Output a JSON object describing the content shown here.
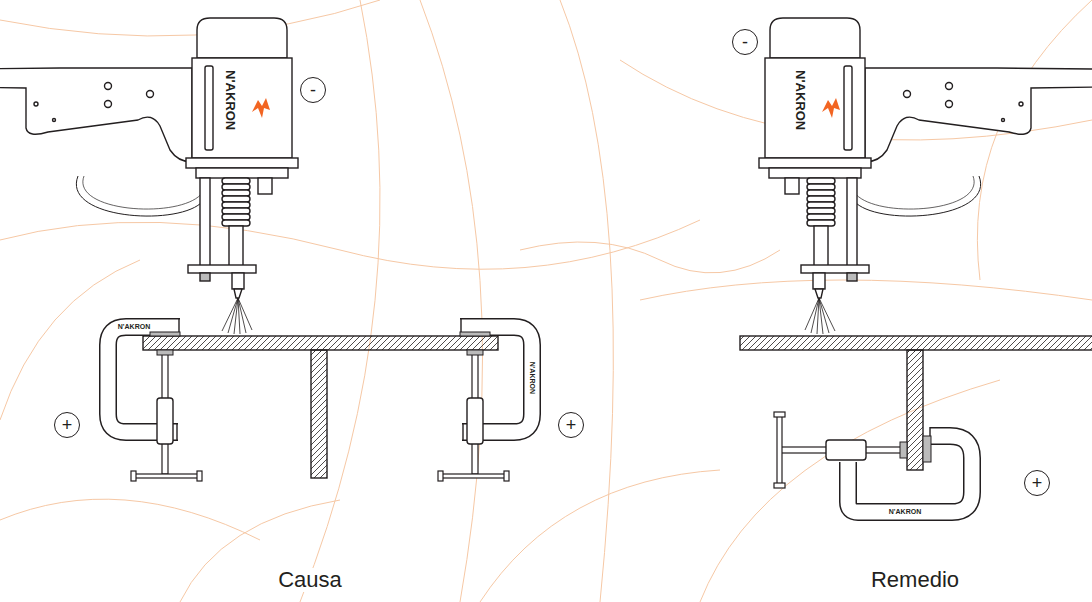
{
  "diagram": {
    "nodes": [
      {
        "text": [
          "-"
        ]
      },
      {
        "text": [
          "+"
        ]
      },
      {
        "text": [
          "+"
        ]
      },
      {
        "text": [
          "-"
        ]
      },
      {
        "text": [
          "+"
        ]
      }
    ],
    "labels": [
      "N'AKRON",
      "N'AKRON",
      "N'AKRON",
      "Causa",
      "N'AKRON",
      "N'AKRON",
      "Remedio"
    ]
  }
}
